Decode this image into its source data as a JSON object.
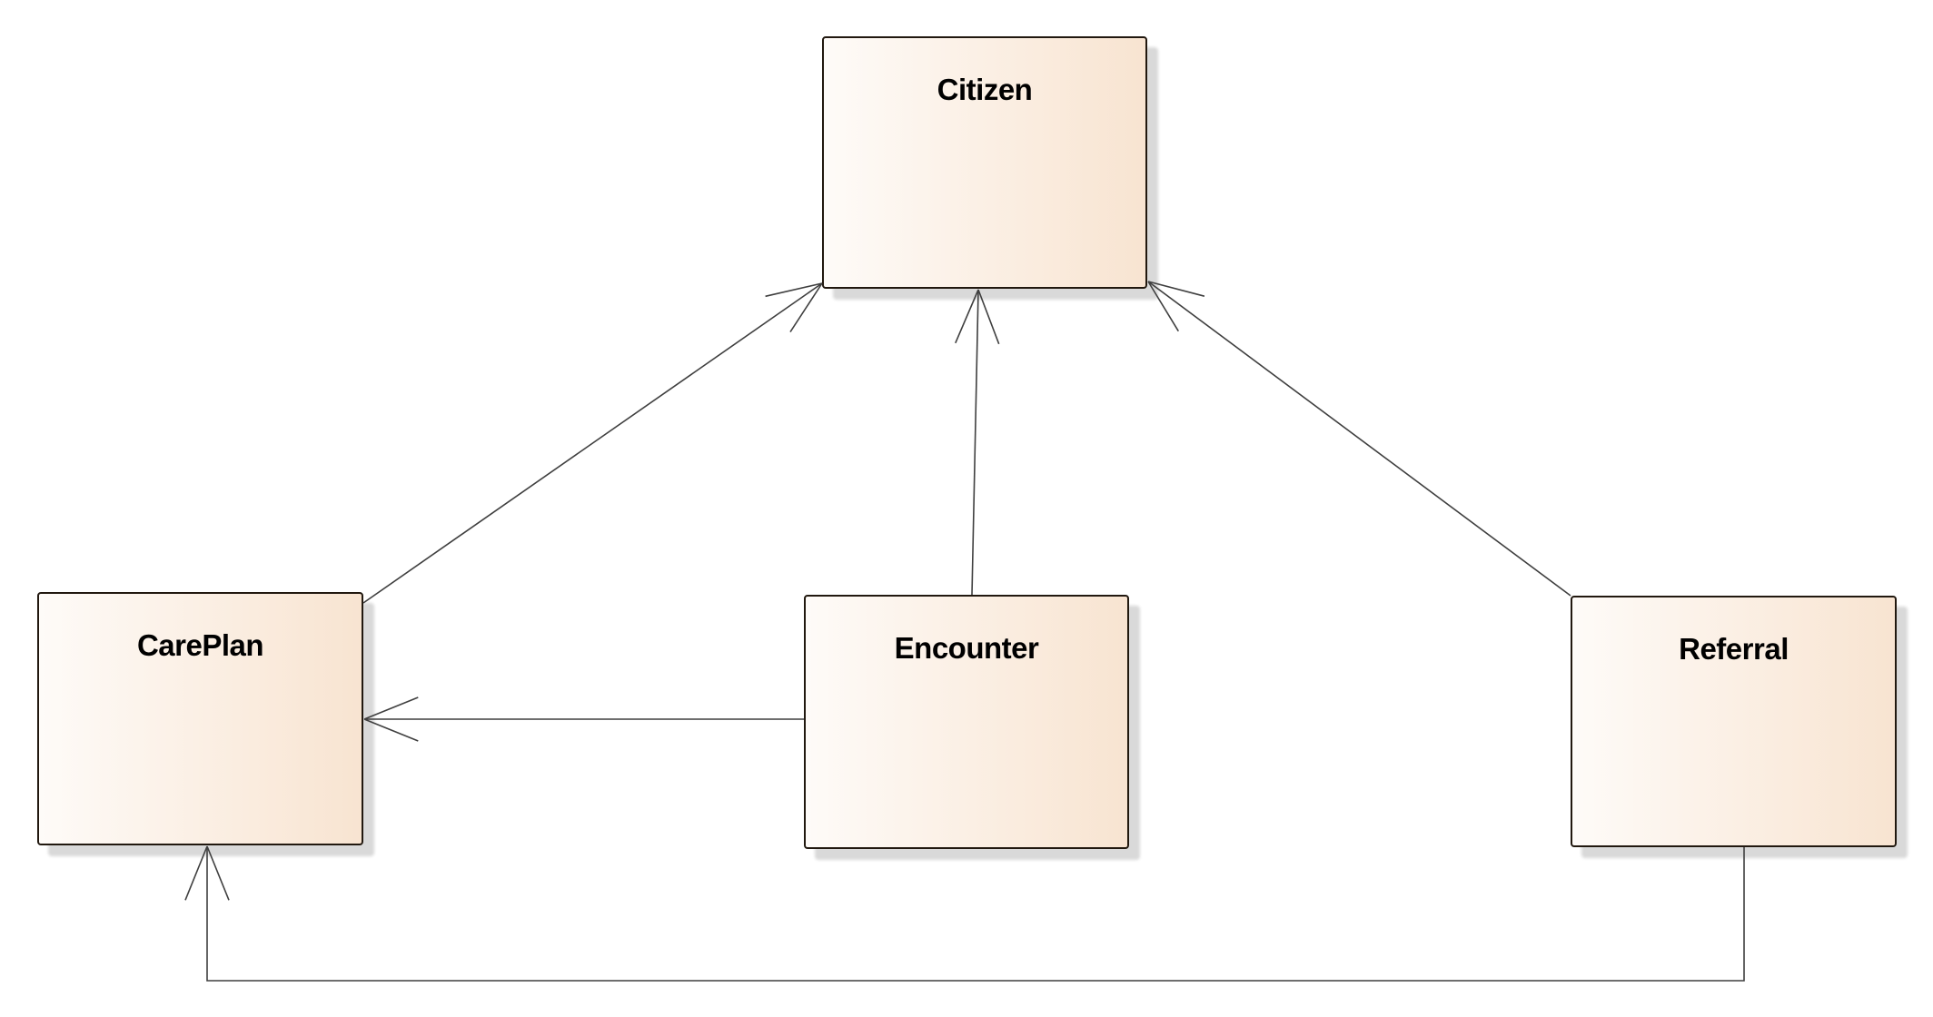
{
  "diagram": {
    "type": "uml-class-diagram",
    "nodes": [
      {
        "id": "citizen",
        "label": "Citizen"
      },
      {
        "id": "careplan",
        "label": "CarePlan"
      },
      {
        "id": "encounter",
        "label": "Encounter"
      },
      {
        "id": "referral",
        "label": "Referral"
      }
    ],
    "relationships": [
      {
        "from": "CarePlan",
        "to": "Citizen",
        "arrow": "open"
      },
      {
        "from": "Encounter",
        "to": "Citizen",
        "arrow": "open"
      },
      {
        "from": "Referral",
        "to": "Citizen",
        "arrow": "open"
      },
      {
        "from": "Encounter",
        "to": "CarePlan",
        "arrow": "open"
      },
      {
        "from": "Referral",
        "to": "CarePlan",
        "arrow": "open"
      }
    ],
    "colors": {
      "background": "#ffffff",
      "node_fill_left": "#fefbf8",
      "node_fill_right": "#f8e4d1",
      "node_border": "#21180f",
      "node_shadow": "#d9d9d9",
      "connector": "#3f3f3f",
      "label_text": "#000000"
    }
  }
}
